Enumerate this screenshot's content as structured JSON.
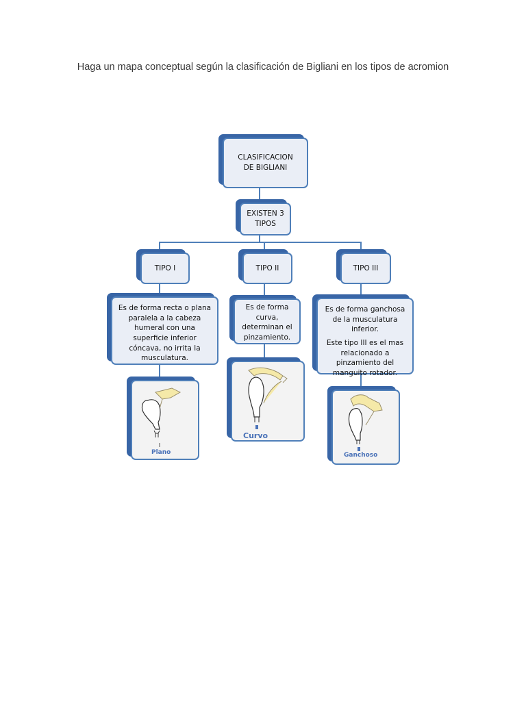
{
  "heading": "Haga un mapa conceptual según la clasificación de Bigliani en los tipos de acromion",
  "root": "CLASIFICACION DE BIGLIANI",
  "existen": "EXISTEN 3 TIPOS",
  "types": [
    {
      "label": "TIPO I",
      "description": [
        "Es de forma  recta o plana paralela a la cabeza humeral con una superficie inferior cóncava, no irrita la musculatura."
      ],
      "image_caption": "Plano",
      "roman": "I"
    },
    {
      "label": "TIPO II",
      "description": [
        "Es de forma curva, determinan el pinzamiento."
      ],
      "image_caption": "Curvo",
      "roman": "II"
    },
    {
      "label": "TIPO III",
      "description": [
        "Es de forma ganchosa de la musculatura inferior.",
        "Este tipo III es el mas relacionado a pinzamiento del manguito rotador."
      ],
      "image_caption": "Ganchoso",
      "roman": "III"
    }
  ],
  "colors": {
    "border": "#4f7fb9",
    "shadow": "#3865a6",
    "fill": "#eaeef6",
    "bone": "#f5e9a8",
    "caption": "#4a72b8"
  }
}
